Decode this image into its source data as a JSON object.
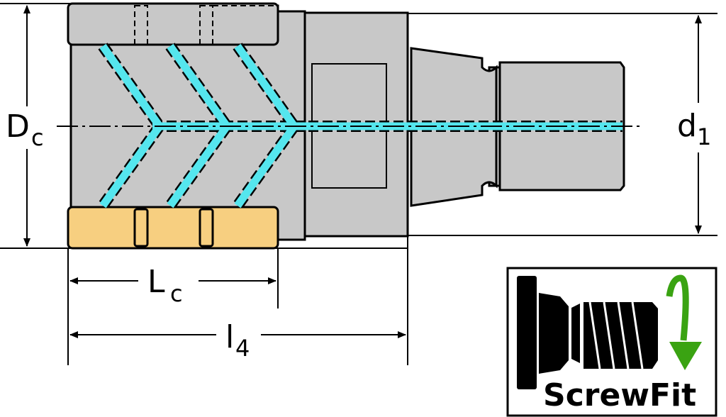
{
  "labels": {
    "dc_main": "D",
    "dc_sub": "c",
    "d1_main": "d",
    "d1_sub": "1",
    "lc_main": "L",
    "lc_sub": "c",
    "l4_main": "l",
    "l4_sub": "4"
  },
  "logo": {
    "text": "ScrewFit"
  },
  "colors": {
    "body": "#c8c8c8",
    "insert": "#f7cf80",
    "coolant": "#55e6ee",
    "arrow": "#3aa312"
  }
}
